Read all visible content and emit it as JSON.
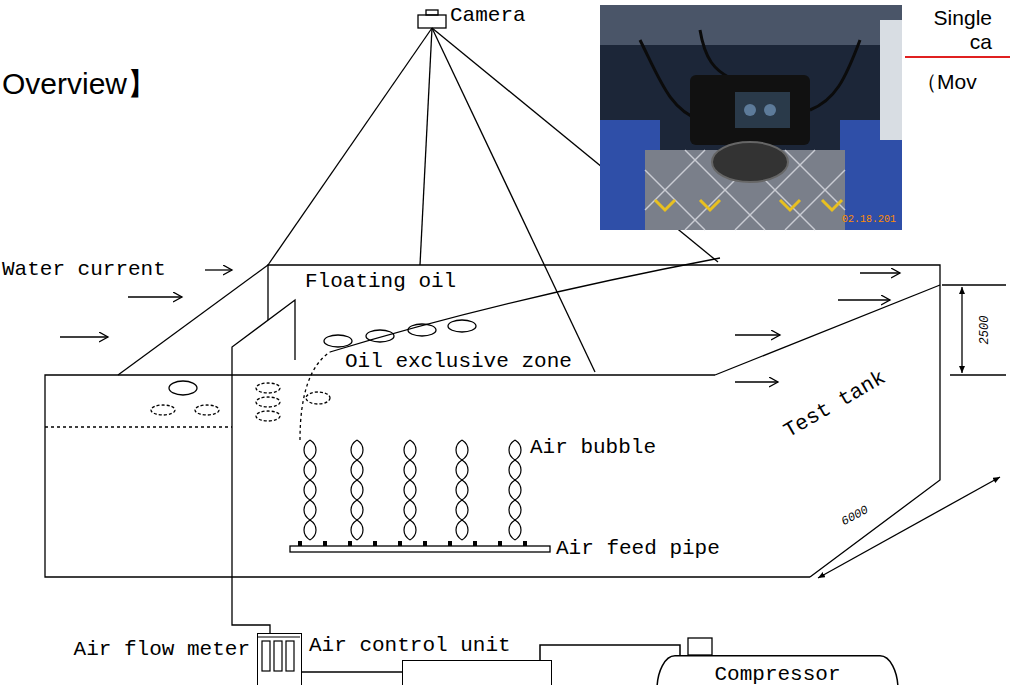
{
  "diagram": {
    "title": "Overview】",
    "nodes": [
      {
        "text": [
          "Air flow meter"
        ]
      },
      {
        "text": [
          "Air control unit"
        ]
      },
      {
        "text": [
          "Compressor"
        ]
      }
    ],
    "edges": [
      {
        "from": 0,
        "to": 1,
        "arrow": "none"
      },
      {
        "from": 1,
        "to": 2,
        "arrow": "none"
      }
    ],
    "labels": [
      "Camera",
      "Single ca",
      "（Mov",
      "02.18.201",
      "Water current",
      "Floating oil",
      "Oil exclusive zone",
      "Test tank",
      "2500",
      "6000",
      "Air bubble",
      "Air feed pipe"
    ]
  }
}
